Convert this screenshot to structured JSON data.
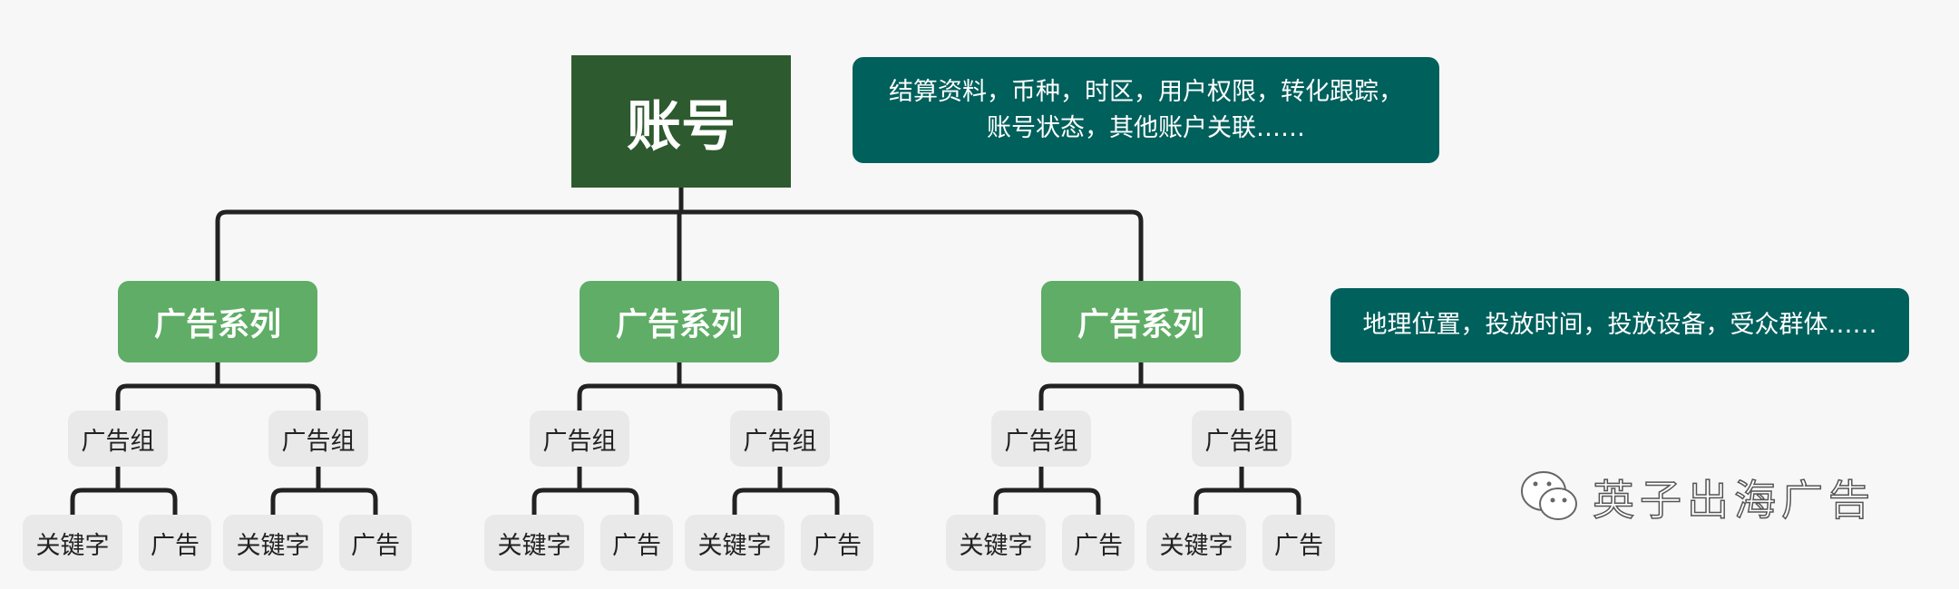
{
  "root": {
    "label": "账号"
  },
  "account_info": "结算资料，币种，时区，用户权限，转化跟踪，账号状态，其他账户关联……",
  "account_info_lines": [
    "结算资料，币种，时区，用户权限，转化跟踪，",
    "账号状态，其他账户关联……"
  ],
  "campaign_info": "地理位置，投放时间，投放设备，受众群体……",
  "campaigns": [
    {
      "label": "广告系列",
      "groups": [
        {
          "label": "广告组",
          "keyword": "关键字",
          "ad": "广告"
        },
        {
          "label": "广告组",
          "keyword": "关键字",
          "ad": "广告"
        }
      ]
    },
    {
      "label": "广告系列",
      "groups": [
        {
          "label": "广告组",
          "keyword": "关键字",
          "ad": "广告"
        },
        {
          "label": "广告组",
          "keyword": "关键字",
          "ad": "广告"
        }
      ]
    },
    {
      "label": "广告系列",
      "groups": [
        {
          "label": "广告组",
          "keyword": "关键字",
          "ad": "广告"
        },
        {
          "label": "广告组",
          "keyword": "关键字",
          "ad": "广告"
        }
      ]
    }
  ],
  "watermark": "英子出海广告",
  "colors": {
    "root": "#2d5a2e",
    "info": "#00605c",
    "campaign": "#5fad66",
    "node": "#e9e9e9",
    "line": "#222222"
  }
}
